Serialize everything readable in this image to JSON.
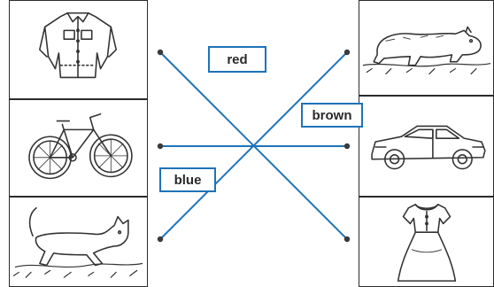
{
  "worksheet": {
    "colors": {
      "line": "#1e73b8",
      "dot": "#3a3a3a",
      "border": "#2b2b2b",
      "ink": "#333333"
    },
    "left_pictures": [
      {
        "icon": "shirt-icon"
      },
      {
        "icon": "bicycle-icon"
      },
      {
        "icon": "cat-icon"
      }
    ],
    "right_pictures": [
      {
        "icon": "bear-icon"
      },
      {
        "icon": "car-icon"
      },
      {
        "icon": "dress-icon"
      }
    ],
    "labels": {
      "red": "red",
      "brown": "brown",
      "blue": "blue"
    }
  }
}
